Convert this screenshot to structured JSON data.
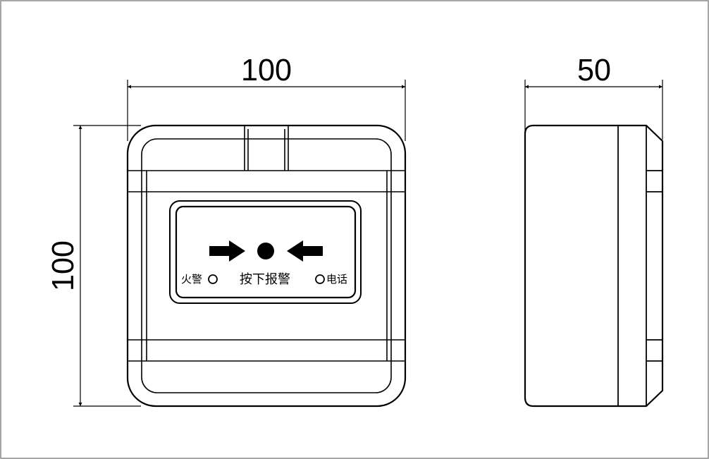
{
  "dimensions": {
    "front_width": "100",
    "front_height": "100",
    "side_depth": "50"
  },
  "panel": {
    "fire_alarm_label": "火警",
    "press_label": "按下报警",
    "phone_label": "电话"
  },
  "colors": {
    "line": "#000000",
    "background": "#ffffff",
    "frame": "#888888"
  },
  "icons": {
    "left_arrow": "arrow-right-icon",
    "right_arrow": "arrow-left-icon",
    "center_button": "filled-circle-icon",
    "fire_indicator": "ring-icon",
    "phone_indicator": "ring-icon"
  }
}
